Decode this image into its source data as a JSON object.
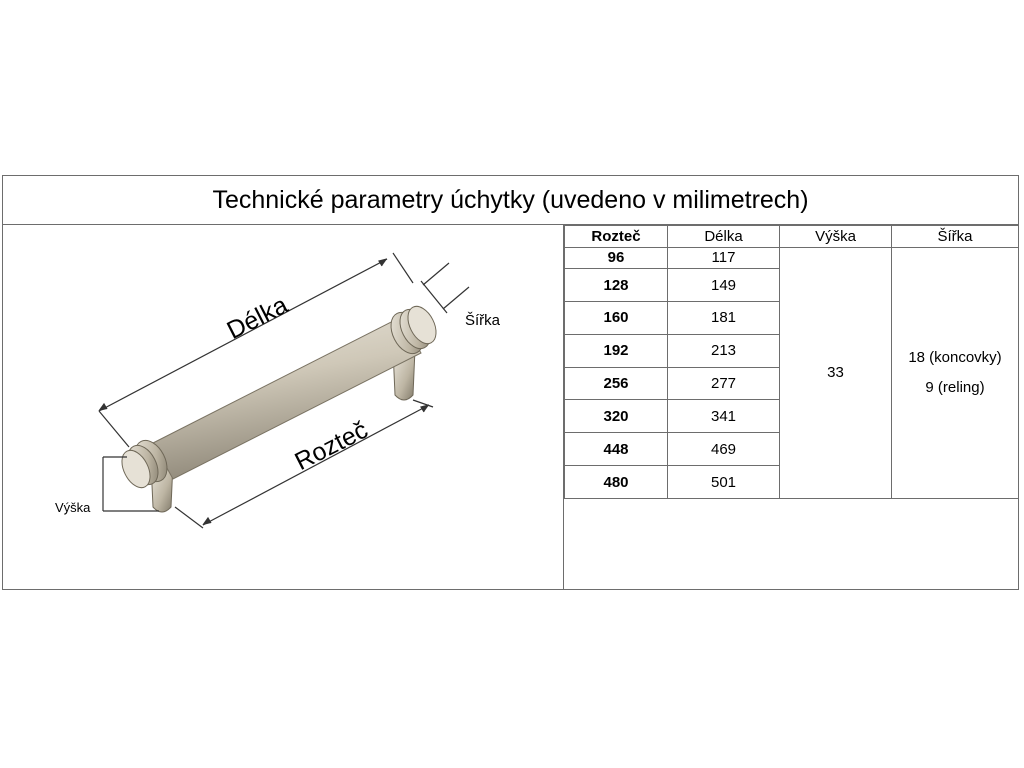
{
  "title": "Technické parametry úchytky (uvedeno v milimetrech)",
  "diagram": {
    "labels": {
      "length": "Délka",
      "spacing": "Rozteč",
      "width": "Šířka",
      "height": "Výška"
    }
  },
  "table": {
    "headers": [
      "Rozteč",
      "Délka",
      "Výška",
      "Šířka"
    ],
    "rows": [
      {
        "spacing": "96",
        "length": "117"
      },
      {
        "spacing": "128",
        "length": "149"
      },
      {
        "spacing": "160",
        "length": "181"
      },
      {
        "spacing": "192",
        "length": "213"
      },
      {
        "spacing": "256",
        "length": "277"
      },
      {
        "spacing": "320",
        "length": "341"
      },
      {
        "spacing": "448",
        "length": "469"
      },
      {
        "spacing": "480",
        "length": "501"
      }
    ],
    "height_value": "33",
    "width_values": [
      "18 (koncovky)",
      "9 (reling)"
    ]
  },
  "colors": {
    "border": "#6d6d6d",
    "handle_metal": "#cfc8b8",
    "handle_shadow": "#8d8677"
  }
}
